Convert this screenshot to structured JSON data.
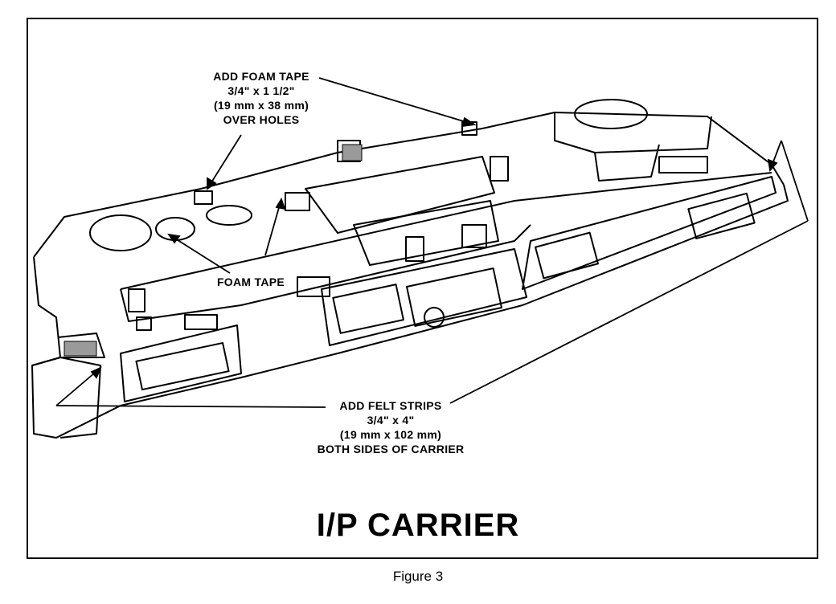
{
  "callouts": {
    "foam_tape_top": {
      "lines": [
        "ADD FOAM TAPE",
        "3/4\" x 1 1/2\"",
        "(19 mm x 38 mm)",
        "OVER HOLES"
      ]
    },
    "foam_tape_mid": {
      "label": "FOAM TAPE"
    },
    "felt_strips": {
      "lines": [
        "ADD FELT STRIPS",
        "3/4\" x 4\"",
        "(19 mm x 102 mm)",
        "BOTH SIDES OF CARRIER"
      ]
    }
  },
  "title": "I/P CARRIER",
  "caption": "Figure 3"
}
